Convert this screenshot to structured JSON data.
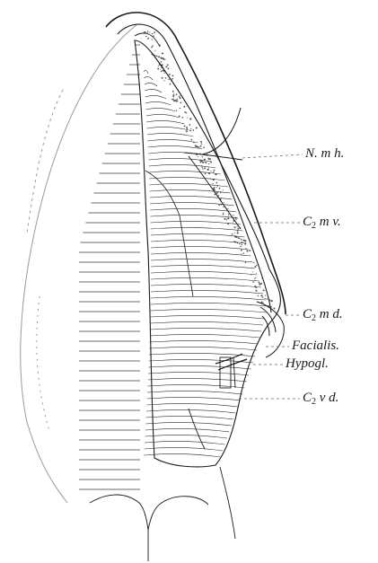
{
  "figure": {
    "labels": {
      "nmh": "N. m h.",
      "c2mv_pre": "C",
      "c2mv_sub": "2",
      "c2mv_post": " m v.",
      "c2md_pre": "C",
      "c2md_sub": "2",
      "c2md_post": " m d.",
      "facialis": "Facialis.",
      "hypogl": "Hypogl.",
      "c2vd_pre": "C",
      "c2vd_sub": "2",
      "c2vd_post": " v d."
    },
    "ink_color": "#1a1a1a",
    "faint_color": "#9a9a9a"
  }
}
